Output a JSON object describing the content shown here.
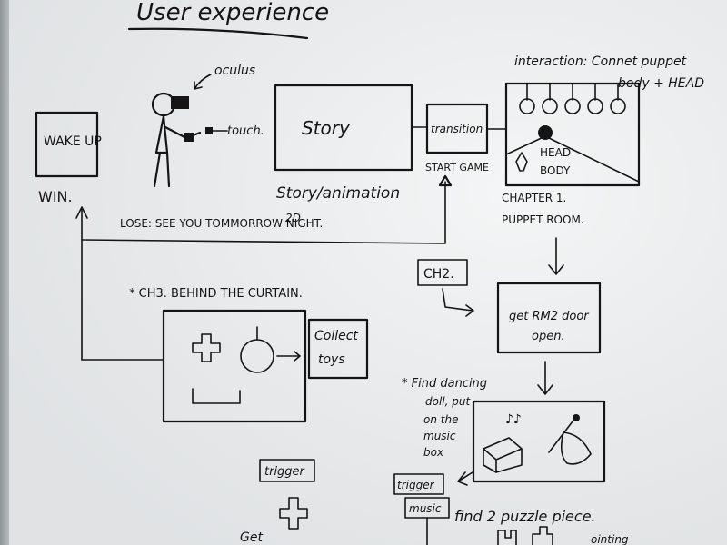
{
  "title": "User experience",
  "wake_up": "WAKE UP",
  "win": "WIN.",
  "oculus": "oculus",
  "touch": "touch.",
  "story": "Story",
  "story_animation": "Story/animation",
  "two_d": "2D",
  "transition": "transition",
  "start_game": "START GAME",
  "interaction": "interaction: Connet puppet",
  "interaction_line2": "body + HEAD",
  "head": "HEAD",
  "body_label": "BODY",
  "chapter1": "CHAPTER 1.",
  "puppet_room": "PUPPET ROOM.",
  "lose": "LOSE: SEE YOU TOMMORROW NIGHT.",
  "ch3": "* CH3. BEHIND THE CURTAIN.",
  "collect": "Collect",
  "toys": "toys",
  "ch2": "CH2.",
  "get_rm2": "get RM2 door",
  "open": "open.",
  "find_dancing": "* Find dancing",
  "doll_put": "doll, put",
  "on_the": "on the",
  "music": "music",
  "box": "box",
  "trigger_left": "trigger",
  "trigger_right": "trigger",
  "music_label": "music",
  "find2": "find 2 puzzle piece.",
  "get": "Get",
  "ointing": "ointing"
}
